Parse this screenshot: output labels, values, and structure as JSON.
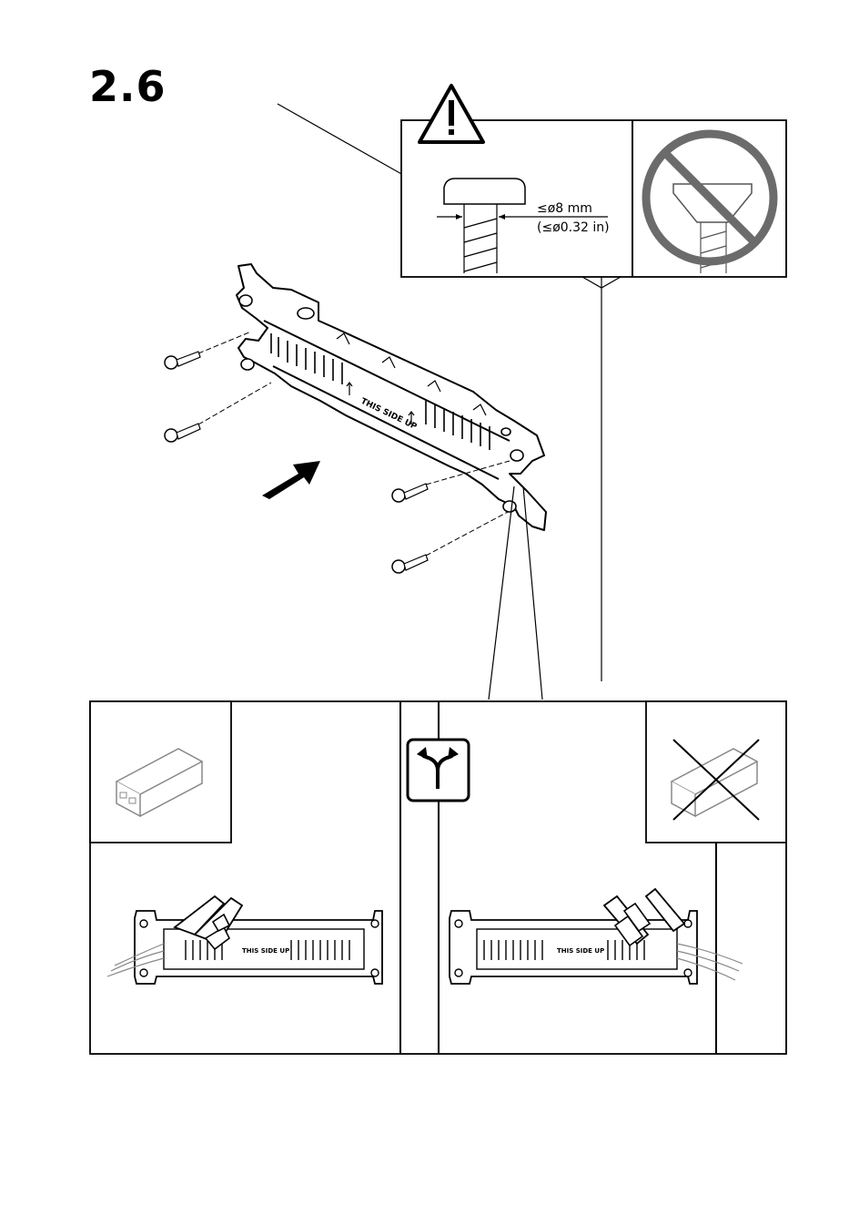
{
  "step": {
    "number": "2.6"
  },
  "screw_spec": {
    "diameter_mm": "≤ø8 mm",
    "diameter_in": "(≤ø0.32 in)"
  },
  "bracket": {
    "label": "THIS SIDE UP"
  },
  "icons": {
    "warning": "warning-triangle-icon",
    "prohibited": "prohibited-countersunk-screw-icon",
    "split": "split-arrows-icon"
  }
}
